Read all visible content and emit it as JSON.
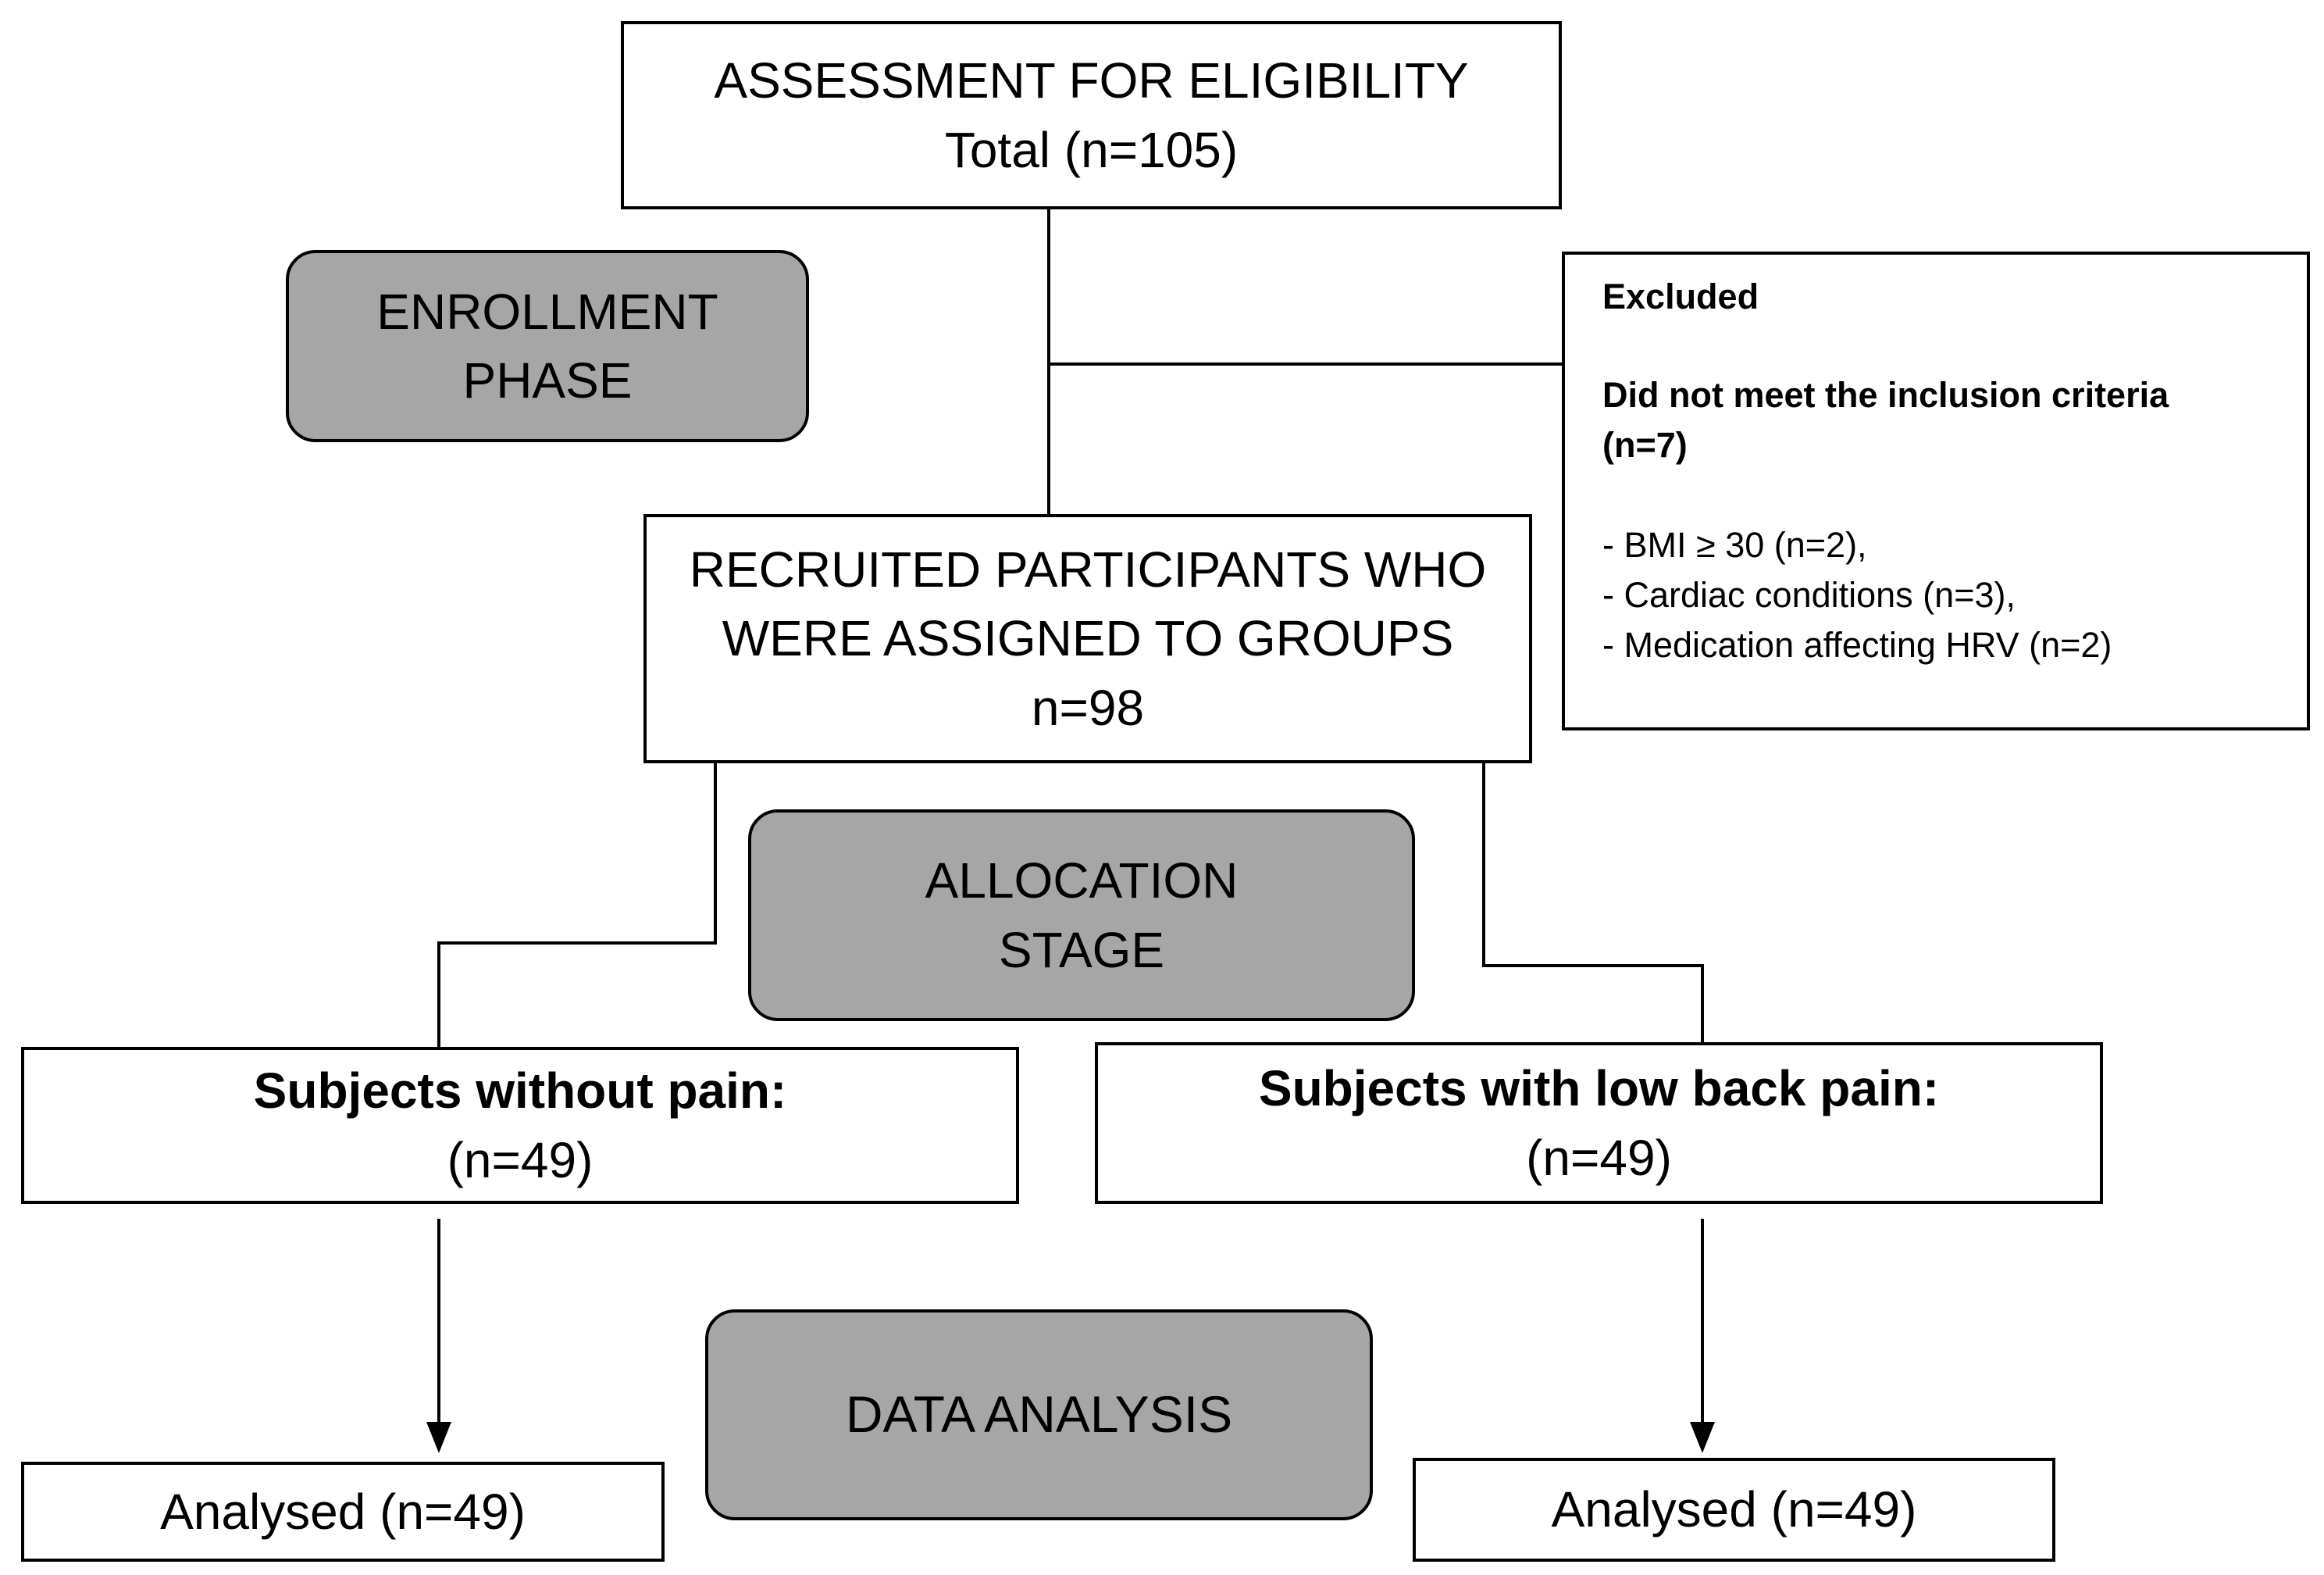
{
  "assessment": {
    "line1": "ASSESSMENT FOR ELIGIBILITY",
    "line2": "Total (n=105)"
  },
  "enrollment_stage": {
    "line1": "ENROLLMENT",
    "line2": "PHASE"
  },
  "excluded": {
    "title": "Excluded",
    "reason_line1": "Did not meet the inclusion criteria",
    "reason_line2": "(n=7)",
    "items": [
      "- BMI ≥ 30 (n=2),",
      "- Cardiac conditions (n=3),",
      "- Medication affecting HRV (n=2)"
    ]
  },
  "recruited": {
    "line1": "RECRUITED PARTICIPANTS WHO",
    "line2": "WERE ASSIGNED TO GROUPS",
    "line3": "n=98"
  },
  "allocation_stage": {
    "line1": "ALLOCATION",
    "line2": "STAGE"
  },
  "group_no_pain": {
    "title": "Subjects without pain:",
    "count": "(n=49)"
  },
  "group_low_back_pain": {
    "title": "Subjects with low back pain:",
    "count": "(n=49)"
  },
  "analysis_stage": {
    "label": "DATA ANALYSIS"
  },
  "analysed_left": {
    "label": "Analysed (n=49)"
  },
  "analysed_right": {
    "label": "Analysed (n=49)"
  },
  "colors": {
    "stage_fill": "#a6a6a6",
    "box_fill": "#ffffff",
    "stroke": "#000000"
  }
}
